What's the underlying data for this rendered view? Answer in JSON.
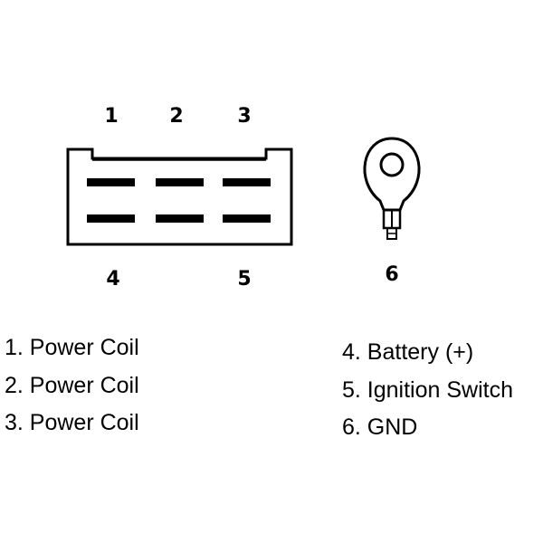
{
  "pins": {
    "p1": "1",
    "p2": "2",
    "p3": "3",
    "p4": "4",
    "p5": "5",
    "p6": "6"
  },
  "legend": {
    "left": [
      "1. Power Coil",
      "2. Power Coil",
      "3. Power Coil"
    ],
    "right": [
      "4. Battery (+)",
      "5. Ignition Switch",
      "6. GND"
    ]
  },
  "colors": {
    "line": "#000000",
    "background": "#ffffff"
  }
}
